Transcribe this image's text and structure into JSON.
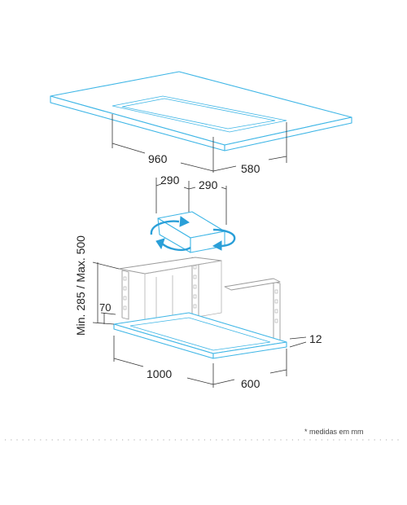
{
  "dimensions": {
    "ceiling_width": "960",
    "ceiling_depth": "580",
    "column_width": "290",
    "column_depth": "290",
    "height_range": "Min. 285 / Max. 500",
    "body_height": "70",
    "hood_width": "1000",
    "hood_depth": "600",
    "panel_thickness": "12"
  },
  "footnote": "* medidas em mm",
  "colors": {
    "outline": "#3fb6e6",
    "rotation_arrows": "#2a9fd8",
    "frame": "#9a9a9a"
  },
  "icons": {
    "rotation": "rotate-arrows-icon"
  }
}
